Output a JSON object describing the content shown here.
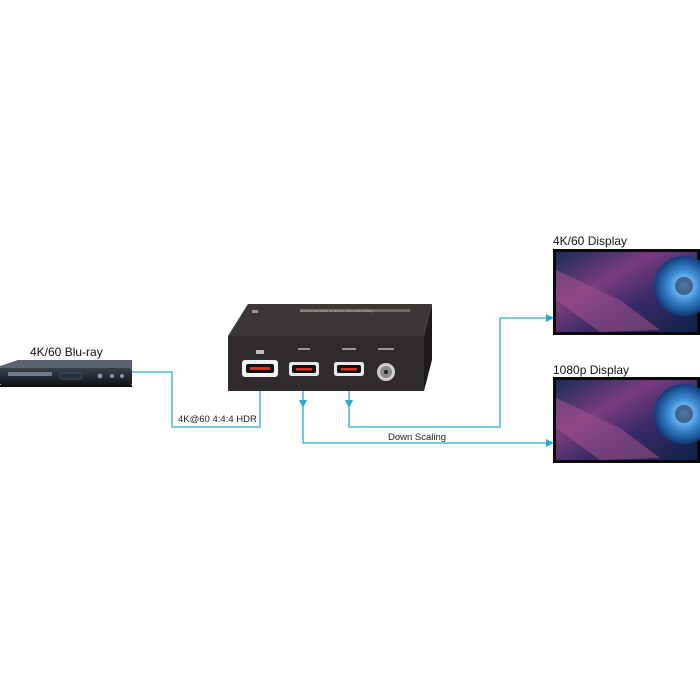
{
  "source": {
    "label": "4K/60 Blu-ray"
  },
  "splitter": {
    "top_caption": "HDMI 2.0 1x2 Splitter 4K 60Hz w/ 1080p Down-scaling"
  },
  "displays": [
    {
      "label": "4K/60 Display"
    },
    {
      "label": "1080p Display"
    }
  ],
  "connections": {
    "input_label": "4K@60 4:4:4 HDR",
    "downscale_label": "Down Scaling"
  },
  "colors": {
    "cable": "#29a9d6",
    "device_body": "#2e2b2a",
    "port_accent": "#d4321c"
  }
}
